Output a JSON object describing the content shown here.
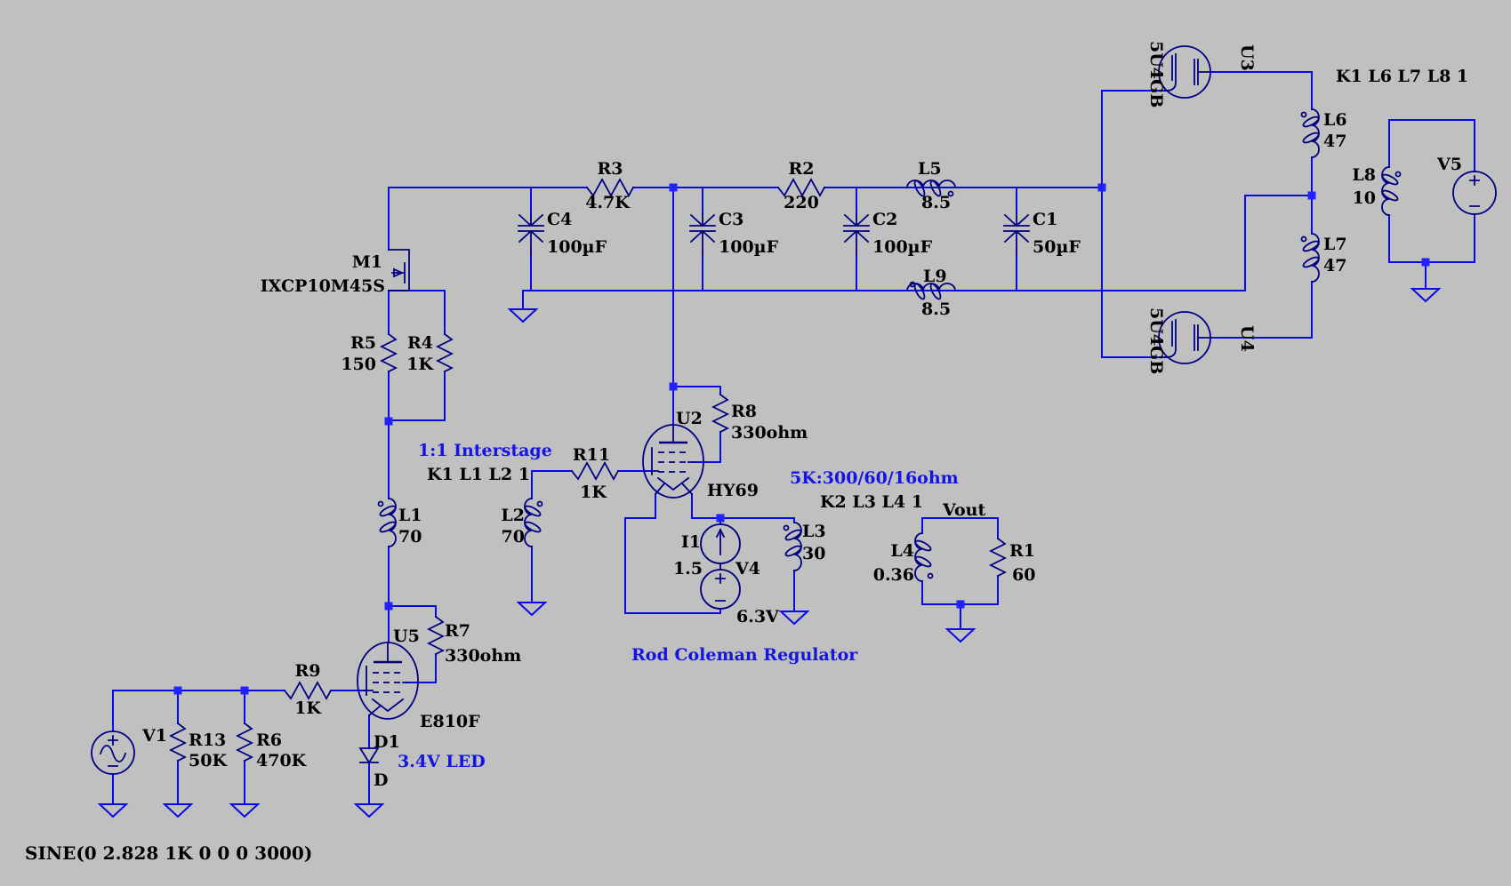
{
  "canvas": {
    "background": "#c0c0c0",
    "wire_color": "#0a0ae6",
    "symbol_color": "#000082",
    "junction_color": "#2222ff",
    "label_color": "#000000",
    "comment_color": "#1414e6"
  },
  "components": {
    "M1": {
      "ref": "M1",
      "value": "IXCP10M45S"
    },
    "R5": {
      "ref": "R5",
      "value": "150"
    },
    "R4": {
      "ref": "R4",
      "value": "1K"
    },
    "R3": {
      "ref": "R3",
      "value": "4.7K"
    },
    "R2": {
      "ref": "R2",
      "value": "220"
    },
    "C4": {
      "ref": "C4",
      "value": "100µF"
    },
    "C3": {
      "ref": "C3",
      "value": "100µF"
    },
    "C2": {
      "ref": "C2",
      "value": "100µF"
    },
    "C1": {
      "ref": "C1",
      "value": "50µF"
    },
    "L5": {
      "ref": "L5",
      "value": "8.5"
    },
    "L9": {
      "ref": "L9",
      "value": "8.5"
    },
    "L1": {
      "ref": "L1",
      "value": "70"
    },
    "L2": {
      "ref": "L2",
      "value": "70"
    },
    "L3": {
      "ref": "L3",
      "value": "30"
    },
    "L4": {
      "ref": "L4",
      "value": "0.36"
    },
    "L6": {
      "ref": "L6",
      "value": "47"
    },
    "L7": {
      "ref": "L7",
      "value": "47"
    },
    "L8": {
      "ref": "L8",
      "value": "10"
    },
    "R1": {
      "ref": "R1",
      "value": "60"
    },
    "R6": {
      "ref": "R6",
      "value": "470K"
    },
    "R7": {
      "ref": "R7",
      "value": "330ohm"
    },
    "R8": {
      "ref": "R8",
      "value": "330ohm"
    },
    "R9": {
      "ref": "R9",
      "value": "1K"
    },
    "R11": {
      "ref": "R11",
      "value": "1K"
    },
    "R13": {
      "ref": "R13",
      "value": "50K"
    },
    "U2": {
      "ref": "U2",
      "value": "HY69"
    },
    "U3": {
      "ref": "U3",
      "value": "5U4GB"
    },
    "U4": {
      "ref": "U4",
      "value": "5U4GB"
    },
    "U5": {
      "ref": "U5",
      "value": "E810F"
    },
    "D1": {
      "ref": "D1",
      "value": "D"
    },
    "I1": {
      "ref": "I1",
      "value": "1.5"
    },
    "V1": {
      "ref": "V1"
    },
    "V4": {
      "ref": "V4",
      "value": "6.3V"
    },
    "V5": {
      "ref": "V5"
    }
  },
  "annotations": {
    "interstage_title": "1:1 Interstage",
    "interstage_k": "K1 L1 L2 1",
    "output_title": "5K:300/60/16ohm",
    "output_k": "K2 L3 L4 1",
    "regulator": "Rod Coleman Regulator",
    "led_note": "3.4V LED",
    "power_k": "K1 L6 L7 L8 1",
    "vout_label": "Vout",
    "sine_directive": "SINE(0 2.828 1K 0 0 0 3000)"
  }
}
